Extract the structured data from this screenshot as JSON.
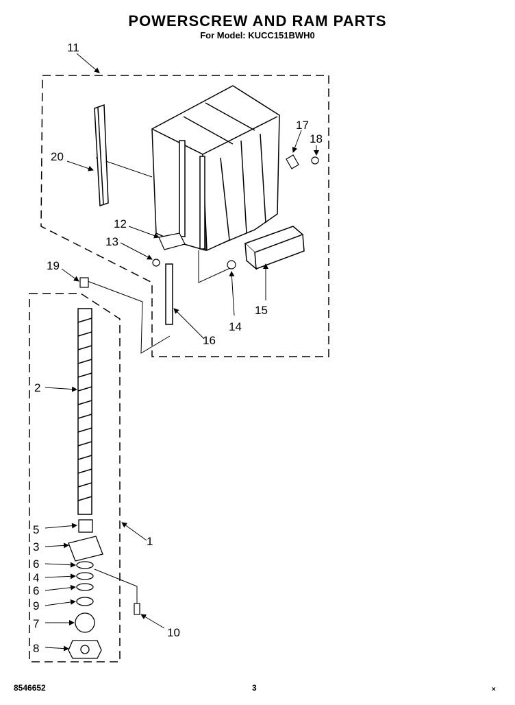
{
  "header": {
    "title": "POWERSCREW AND RAM PARTS",
    "subtitle": "For Model: KUCC151BWH0"
  },
  "footer": {
    "doc_number": "8546652",
    "page_number": "3",
    "corner_mark": "×"
  },
  "callouts": {
    "c1": "1",
    "c2": "2",
    "c3": "3",
    "c4": "4",
    "c5": "5",
    "c6a": "6",
    "c6b": "6",
    "c7": "7",
    "c8": "8",
    "c9": "9",
    "c10": "10",
    "c11": "11",
    "c12": "12",
    "c13": "13",
    "c14": "14",
    "c15": "15",
    "c16": "16",
    "c17": "17",
    "c18": "18",
    "c19": "19",
    "c20": "20"
  }
}
